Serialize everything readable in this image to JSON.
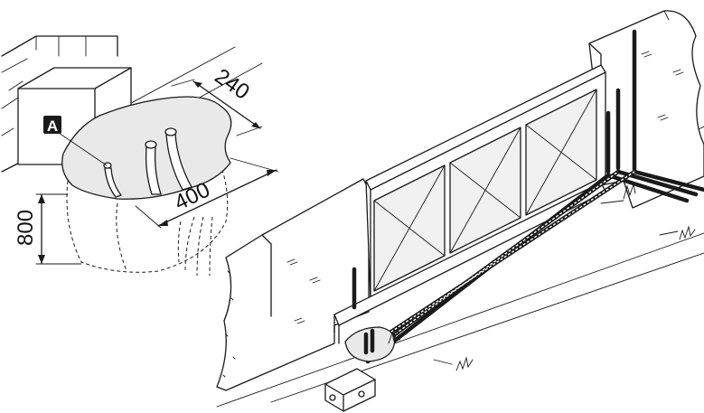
{
  "dimensions": {
    "width_label": "240",
    "length_label": "400",
    "depth_label": "800"
  },
  "callout": {
    "letter": "A",
    "bg_color": "#1a1a1a",
    "text_color": "#ffffff"
  },
  "colors": {
    "line": "#1a1a1a",
    "glass": "#f1f1f1",
    "pad": "#e9e9e9"
  }
}
